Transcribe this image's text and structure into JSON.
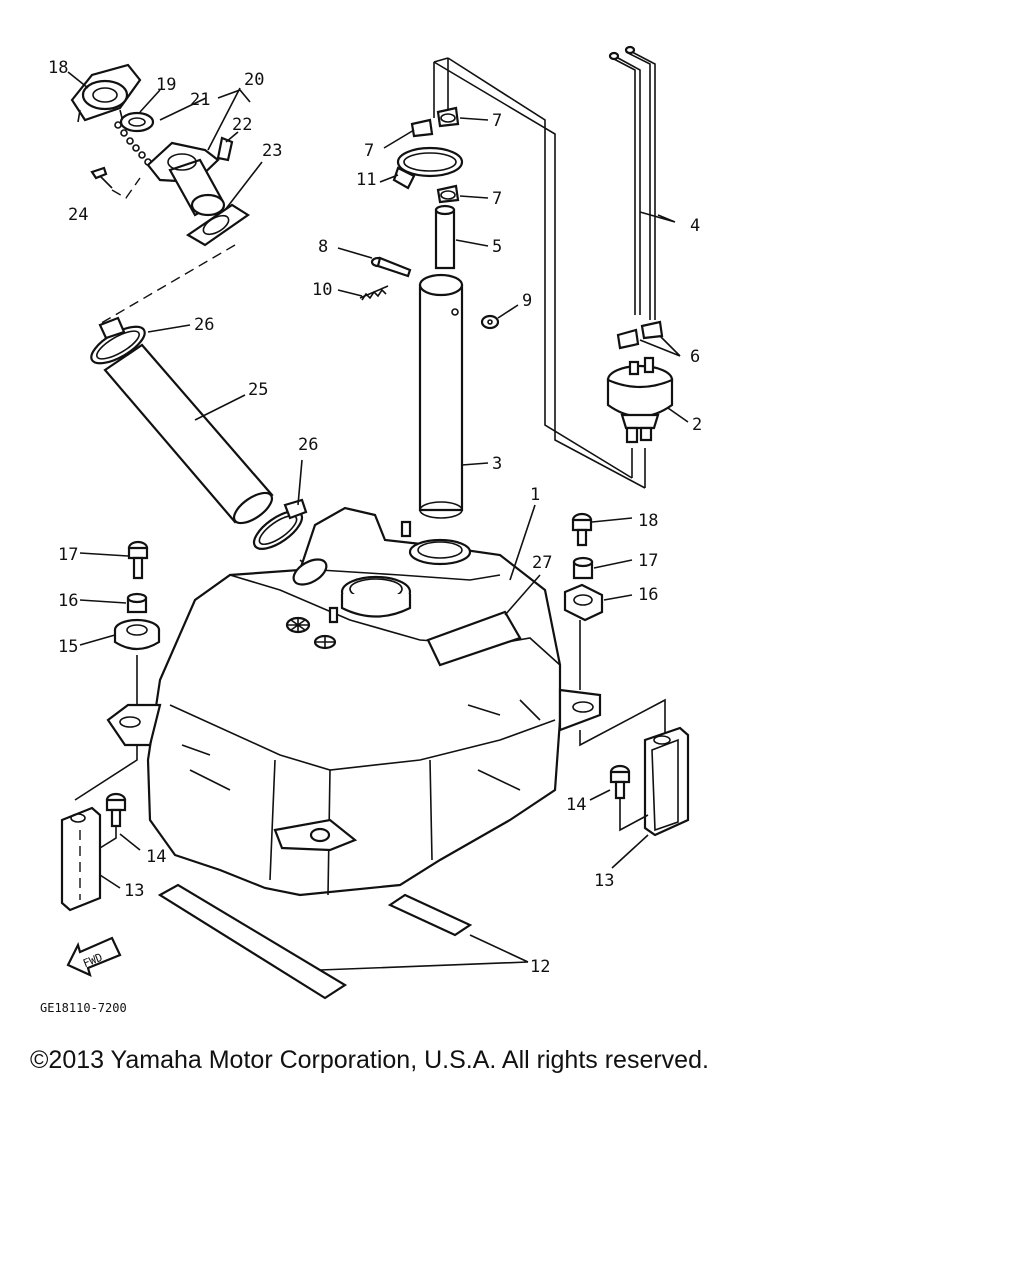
{
  "diagram": {
    "labels": {
      "c1": "1",
      "c2": "2",
      "c3": "3",
      "c4": "4",
      "c5": "5",
      "c6": "6",
      "c7a": "7",
      "c7b": "7",
      "c7c": "7",
      "c8": "8",
      "c9": "9",
      "c10": "10",
      "c11": "11",
      "c12": "12",
      "c13a": "13",
      "c13b": "13",
      "c14a": "14",
      "c14b": "14",
      "c15": "15",
      "c16a": "16",
      "c16b": "16",
      "c17a": "17",
      "c17b": "17",
      "c18a": "18",
      "c18b": "18",
      "c19": "19",
      "c20": "20",
      "c21": "21",
      "c22": "22",
      "c23": "23",
      "c24": "24",
      "c25": "25",
      "c26a": "26",
      "c26b": "26",
      "c27": "27"
    },
    "fwd_label": "FWD",
    "drawing_code": "GE18110-7200"
  },
  "footer": {
    "copyright": "©2013 Yamaha Motor Corporation, U.S.A. All rights reserved."
  }
}
